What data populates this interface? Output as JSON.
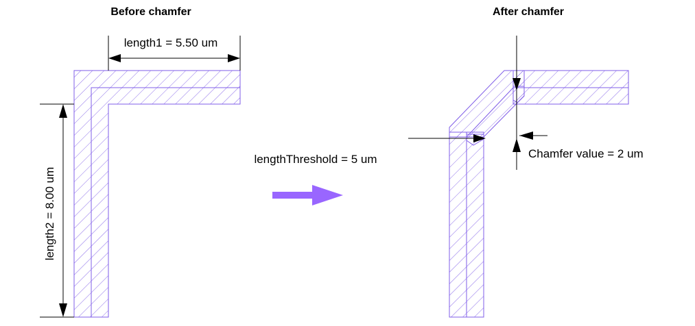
{
  "titles": {
    "before": "Before chamfer",
    "after": "After chamfer"
  },
  "labels": {
    "length1": "length1 = 5.50 um",
    "length2": "length2 = 8.00 um",
    "threshold": "lengthThreshold = 5 um",
    "chamfer": "Chamfer value = 2 um"
  },
  "colors": {
    "wire_outline": "#7f5ce8",
    "hatch": "#7f5ce8",
    "arrow_fill": "#9966ff",
    "dimension": "#000000"
  }
}
